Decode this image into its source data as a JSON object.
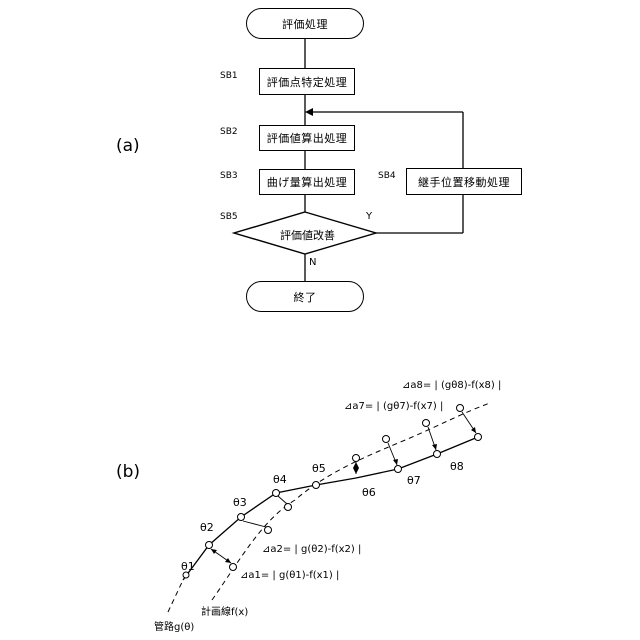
{
  "flowchart": {
    "part_label": "(a)",
    "start": "評価処理",
    "steps": [
      {
        "id": "SB1",
        "text": "評価点特定処理"
      },
      {
        "id": "SB2",
        "text": "評価値算出処理"
      },
      {
        "id": "SB3",
        "text": "曲げ量算出処理"
      },
      {
        "id": "SB4",
        "text": "継手位置移動処理"
      }
    ],
    "decision": {
      "id": "SB5",
      "text": "評価値改善",
      "yes": "Y",
      "no": "N"
    },
    "end": "終了"
  },
  "curve_diagram": {
    "part_label": "(b)",
    "angle_labels": [
      "θ1",
      "θ2",
      "θ3",
      "θ4",
      "θ5",
      "θ6",
      "θ7",
      "θ8"
    ],
    "deviation_labels": {
      "a1": "⊿a1= | g(θ1)-f(x1) |",
      "a2": "⊿a2= | g(θ2)-f(x2) |",
      "a7": "⊿a7= | (gθ7)-f(x7) |",
      "a8": "⊿a8= | (gθ8)-f(x8) |"
    },
    "plan_line": "計画線f(x)",
    "pipe_line": "管路g(θ)"
  }
}
